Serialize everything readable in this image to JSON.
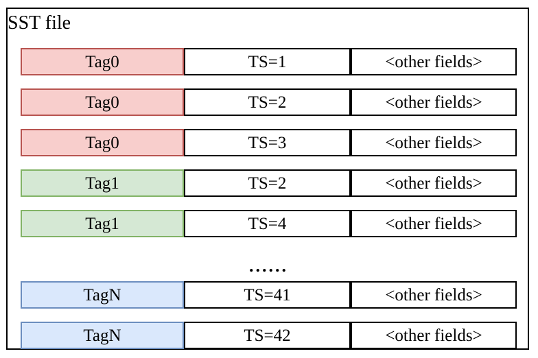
{
  "diagram": {
    "title": "SST file",
    "ellipsis": "......",
    "colors": {
      "red": {
        "fill": "#f8cecc",
        "stroke": "#b85450"
      },
      "green": {
        "fill": "#d5e8d4",
        "stroke": "#82b366"
      },
      "blue": {
        "fill": "#dae8fc",
        "stroke": "#6c8ebf"
      },
      "cell_border": "#000000",
      "outer_border": "#000000"
    },
    "rows": [
      {
        "tag": "Tag0",
        "ts": "TS=1",
        "other": "<other fields>",
        "color": "red"
      },
      {
        "tag": "Tag0",
        "ts": "TS=2",
        "other": "<other fields>",
        "color": "red"
      },
      {
        "tag": "Tag0",
        "ts": "TS=3",
        "other": "<other fields>",
        "color": "red"
      },
      {
        "tag": "Tag1",
        "ts": "TS=2",
        "other": "<other fields>",
        "color": "green"
      },
      {
        "tag": "Tag1",
        "ts": "TS=4",
        "other": "<other fields>",
        "color": "green"
      },
      {
        "divider": true
      },
      {
        "tag": "TagN",
        "ts": "TS=41",
        "other": "<other fields>",
        "color": "blue"
      },
      {
        "tag": "TagN",
        "ts": "TS=42",
        "other": "<other fields>",
        "color": "blue"
      }
    ]
  }
}
